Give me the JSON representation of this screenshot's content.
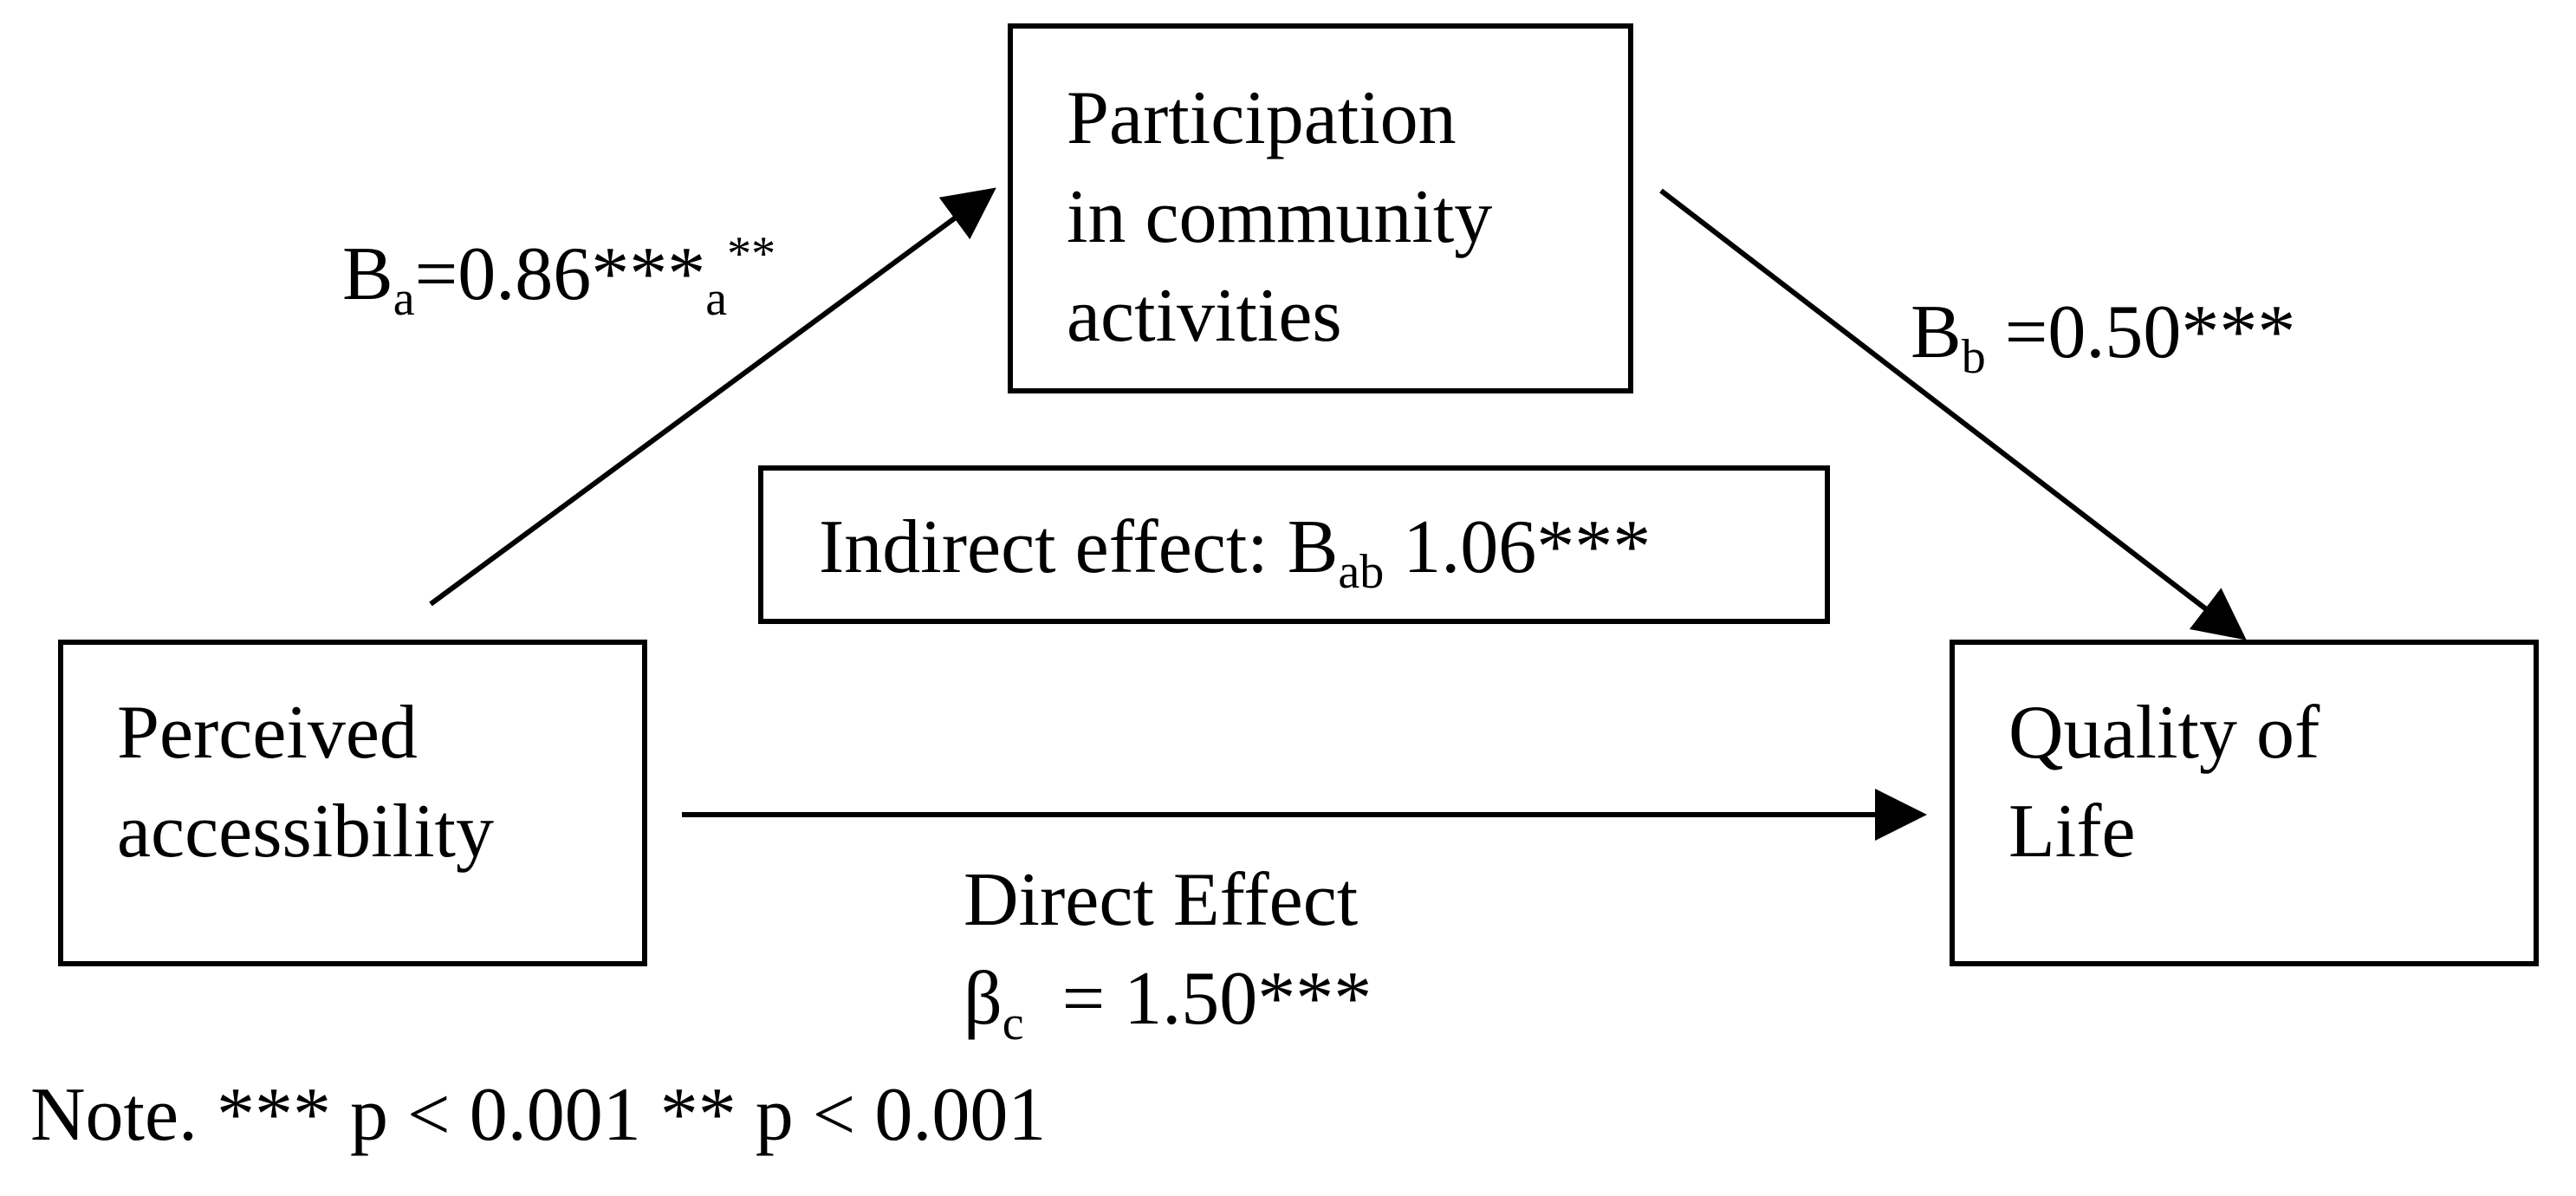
{
  "mediator_box": {
    "lines": [
      "Participation",
      "in community",
      "activities"
    ]
  },
  "indirect_box": {
    "prefix": "Indirect effect: B",
    "subscript": "ab",
    "value": " 1.06***"
  },
  "predictor_box": {
    "lines": [
      "Perceived",
      "accessibility"
    ]
  },
  "outcome_box": {
    "lines": [
      "Quality of",
      "Life"
    ]
  },
  "path_a": {
    "symbol": "B",
    "subscript": "a",
    "value": "=0.86***",
    "trailing": "a",
    "superscript": "**"
  },
  "path_b": {
    "symbol": "B",
    "subscript": "b",
    "value": " =0.50***"
  },
  "direct_effect": {
    "title": "Direct Effect",
    "symbol": "β",
    "subscript": "c",
    "value": "  = 1.50***"
  },
  "note": "Note. *** p < 0.001 ** p < 0.001",
  "colors": {
    "line": "#000000",
    "background": "#ffffff"
  }
}
